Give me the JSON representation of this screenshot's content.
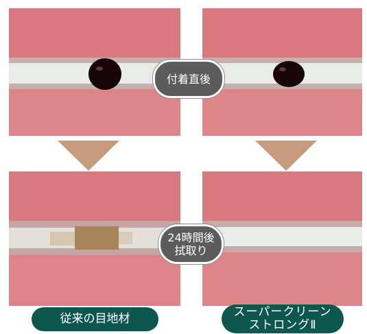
{
  "labels": {
    "immediately_after_adhesion": "付着直後",
    "after_24_hours_line1": "24時間後",
    "after_24_hours_line2": "拭取り"
  },
  "captions": {
    "conventional_grout": "従来の目地材",
    "super_clean_line1": "スーパークリーン",
    "super_clean_line2": "ストロングⅡ"
  },
  "colors": {
    "tile": "#dd8086",
    "grout": "#e9ebe9",
    "stain": "#a8845a",
    "ink": "#170508",
    "arrow": "#c69b7b",
    "label_fill": "#5c5c5c",
    "caption_fill": "#0e574e"
  }
}
